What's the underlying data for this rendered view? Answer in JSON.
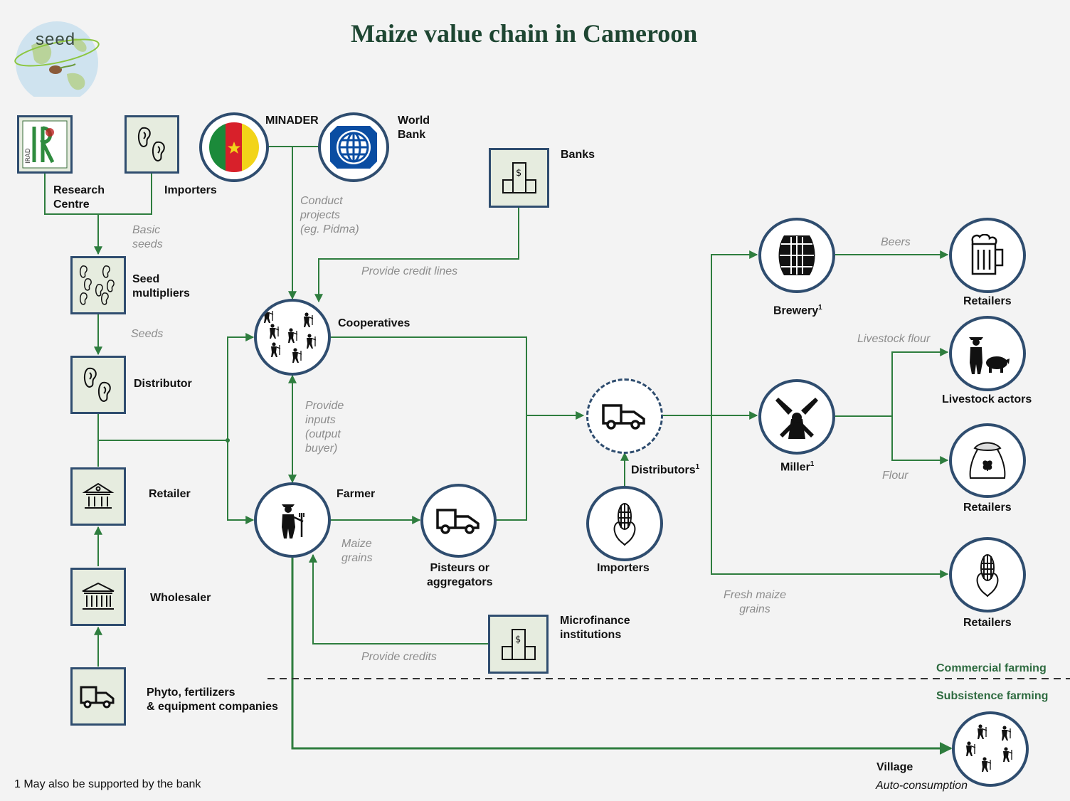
{
  "title": "Maize value chain in Cameroon",
  "logo": {
    "text": "seed"
  },
  "nodes": {
    "research_centre": "Research\nCentre",
    "importers_seed": "Importers",
    "minader": "MINADER",
    "world_bank": "World\nBank",
    "banks": "Banks",
    "seed_multipliers": "Seed\nmultipliers",
    "distributor": "Distributor",
    "retailer": "Retailer",
    "wholesaler": "Wholesaler",
    "phyto": "Phyto, fertilizers\n& equipment companies",
    "cooperatives": "Cooperatives",
    "farmer": "Farmer",
    "pisteurs": "Pisteurs or\naggregators",
    "distributors": "Distributors",
    "distributors_sup": "1",
    "importers_maize": "Importers",
    "microfinance": "Microfinance\ninstitutions",
    "brewery": "Brewery",
    "brewery_sup": "1",
    "miller": "Miller",
    "miller_sup": "1",
    "retailers_beer": "Retailers",
    "livestock_actors": "Livestock actors",
    "retailers_flour": "Retailers",
    "retailers_fresh": "Retailers",
    "village": "Village"
  },
  "flows": {
    "basic_seeds": "Basic\nseeds",
    "seeds": "Seeds",
    "conduct_projects": "Conduct\nprojects\n(eg. Pidma)",
    "credit_lines": "Provide credit lines",
    "provide_inputs": "Provide\ninputs\n(output\nbuyer)",
    "maize_grains": "Maize\ngrains",
    "provide_credits": "Provide credits",
    "beers": "Beers",
    "livestock_flour": "Livestock flour",
    "flour": "Flour",
    "fresh_maize": "Fresh maize\ngrains",
    "auto_consumption": "Auto-consumption"
  },
  "divider": {
    "commercial": "Commercial farming",
    "subsistence": "Subsistence farming"
  },
  "footnote": "1 May also be supported by the bank",
  "colors": {
    "arrow": "#2e7d3e",
    "node_border": "#2f4d6f",
    "box_fill": "#e6ecdf",
    "title": "#1e4632",
    "caption": "#8c8c8c",
    "divider_label": "#2e6b40"
  },
  "icons": {
    "research_centre": "irad-logo-icon",
    "importers_seed": "seeds-icon",
    "minader": "cameroon-flag-icon",
    "world_bank": "world-bank-globe-icon",
    "banks": "bank-building-icon",
    "seed_multipliers": "many-seeds-icon",
    "distributor": "seeds-icon",
    "retailer": "store-icon",
    "wholesaler": "warehouse-icon",
    "phyto": "truck-icon",
    "cooperatives": "farmers-group-icon",
    "farmer": "farmer-icon",
    "pisteurs": "truck-icon",
    "distributors": "truck-icon",
    "importers_maize": "maize-cob-icon",
    "microfinance": "bank-building-icon",
    "brewery": "barrel-icon",
    "miller": "windmill-icon",
    "retailers_beer": "beer-mug-icon",
    "livestock_actors": "farmer-with-pig-icon",
    "retailers_flour": "flour-sack-icon",
    "retailers_fresh": "maize-cob-icon",
    "village": "farmers-group-icon"
  }
}
